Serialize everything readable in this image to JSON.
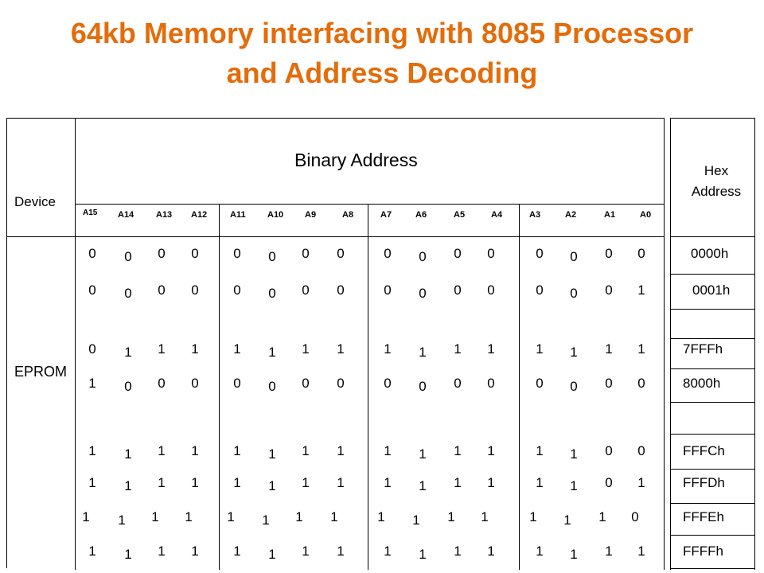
{
  "title": {
    "line1": "64kb Memory interfacing with 8085 Processor",
    "line2": "and Address Decoding"
  },
  "table": {
    "device_header": "Device",
    "binary_header": "Binary Address",
    "hex_header_line1": "Hex",
    "hex_header_line2": "Address",
    "device_name": "EPROM",
    "address_lines": [
      "A15",
      "A14",
      "A13",
      "A12",
      "A11",
      "A10",
      "A9",
      "A8",
      "A7",
      "A6",
      "A5",
      "A4",
      "A3",
      "A2",
      "A1",
      "A0"
    ],
    "rows": [
      {
        "bits": [
          "0",
          "0",
          "0",
          "0",
          "0",
          "0",
          "0",
          "0",
          "0",
          "0",
          "0",
          "0",
          "0",
          "0",
          "0",
          "0"
        ],
        "hex": "0000h"
      },
      {
        "bits": [
          "0",
          "0",
          "0",
          "0",
          "0",
          "0",
          "0",
          "0",
          "0",
          "0",
          "0",
          "0",
          "0",
          "0",
          "0",
          "1"
        ],
        "hex": "0001h"
      },
      {
        "bits": [],
        "hex": ""
      },
      {
        "bits": [
          "0",
          "1",
          "1",
          "1",
          "1",
          "1",
          "1",
          "1",
          "1",
          "1",
          "1",
          "1",
          "1",
          "1",
          "1",
          "1"
        ],
        "hex": "7FFFh"
      },
      {
        "bits": [
          "1",
          "0",
          "0",
          "0",
          "0",
          "0",
          "0",
          "0",
          "0",
          "0",
          "0",
          "0",
          "0",
          "0",
          "0",
          "0"
        ],
        "hex": "8000h"
      },
      {
        "bits": [],
        "hex": ""
      },
      {
        "bits": [
          "1",
          "1",
          "1",
          "1",
          "1",
          "1",
          "1",
          "1",
          "1",
          "1",
          "1",
          "1",
          "1",
          "1",
          "0",
          "0"
        ],
        "hex": "FFFCh"
      },
      {
        "bits": [
          "1",
          "1",
          "1",
          "1",
          "1",
          "1",
          "1",
          "1",
          "1",
          "1",
          "1",
          "1",
          "1",
          "1",
          "0",
          "1"
        ],
        "hex": "FFFDh"
      },
      {
        "bits": [
          "1",
          "1",
          "1",
          "1",
          "1",
          "1",
          "1",
          "1",
          "1",
          "1",
          "1",
          "1",
          "1",
          "1",
          "1",
          "0"
        ],
        "hex": "FFFEh"
      },
      {
        "bits": [
          "1",
          "1",
          "1",
          "1",
          "1",
          "1",
          "1",
          "1",
          "1",
          "1",
          "1",
          "1",
          "1",
          "1",
          "1",
          "1"
        ],
        "hex": "FFFFh"
      }
    ]
  }
}
